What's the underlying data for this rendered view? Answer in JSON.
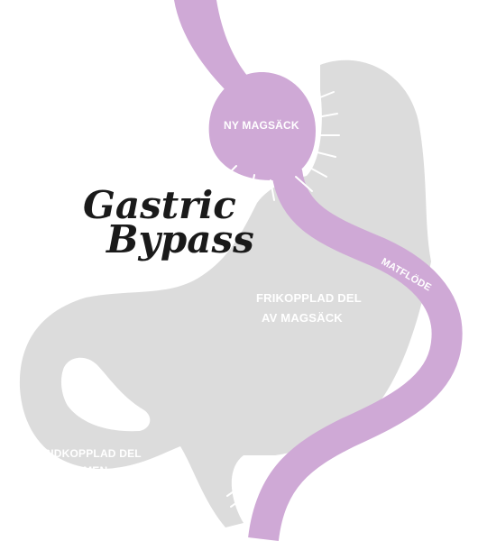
{
  "diagram": {
    "title_line1": "Gastric",
    "title_line2": "Bypass",
    "labels": {
      "new_pouch": "NY MAGSÄCK",
      "bypassed_stomach_line1": "FRIKOPPLAD DEL",
      "bypassed_stomach_line2": "AV MAGSÄCK",
      "bypassed_intestine_line1": "SIDKOPPLAD DEL",
      "bypassed_intestine_line2": "AV TARMEN",
      "food_flow": "MATFLÖDE"
    },
    "colors": {
      "stomach_gray": "#dcdcdc",
      "pouch_purple": "#cfa9d6",
      "label_white": "#ffffff",
      "title_black": "#1a1a1a"
    }
  }
}
